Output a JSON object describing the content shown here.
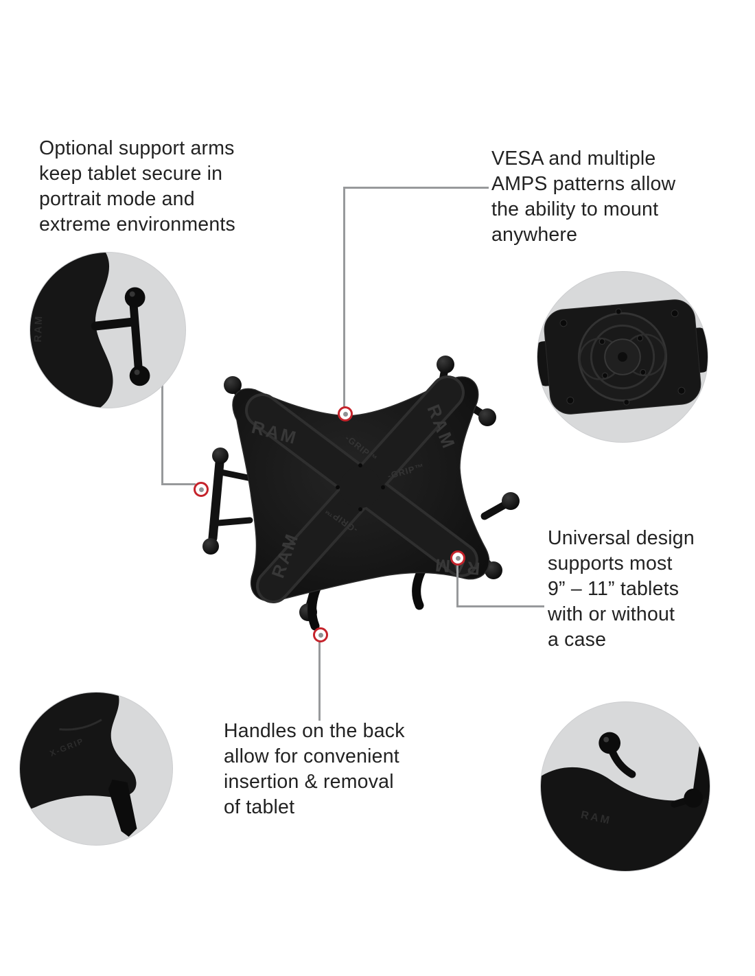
{
  "annotations": {
    "support_arms": {
      "lines": [
        "Optional support arms",
        "keep tablet secure in",
        "portrait mode and",
        "extreme environments"
      ]
    },
    "vesa": {
      "lines": [
        "VESA and multiple",
        "AMPS patterns allow",
        "the ability to mount",
        "anywhere"
      ]
    },
    "universal": {
      "lines": [
        "Universal design",
        "supports most",
        "9” – 11” tablets",
        "with or without",
        "a case"
      ]
    },
    "handles": {
      "lines": [
        "Handles on the back",
        "allow for convenient",
        "insertion & removal",
        "of tablet"
      ]
    }
  },
  "product": {
    "brand": "RAM",
    "grip_label": "-GRIP™",
    "grip_short": "X-GRIP"
  },
  "colors": {
    "callout_ring_red": "#c5232b",
    "callout_core_gray": "#8f9193",
    "leader_line_gray": "#97999b",
    "inset_background_gray": "#d8d9da",
    "product_black": "#141414",
    "text_black": "#222222",
    "page_background": "#ffffff"
  }
}
